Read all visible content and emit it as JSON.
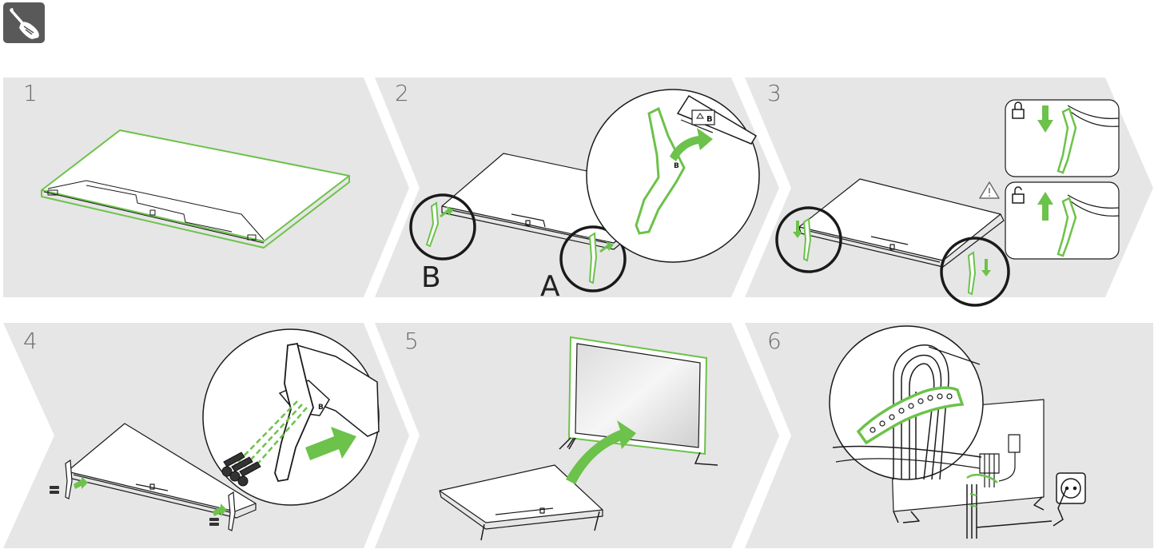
{
  "header": {
    "icon": "screwdriver-hand-icon"
  },
  "steps": [
    {
      "number": "1"
    },
    {
      "number": "2",
      "labels": [
        "B",
        "A"
      ]
    },
    {
      "number": "3",
      "icons": [
        "lock-icon",
        "unlock-icon",
        "warning-triangle-icon"
      ]
    },
    {
      "number": "4"
    },
    {
      "number": "5"
    },
    {
      "number": "6",
      "icons": [
        "power-outlet-icon",
        "cable-holder-icon"
      ]
    }
  ],
  "colors": {
    "panel": "#e6e6e6",
    "accent": "#6cc24a",
    "line": "#1a1a1a",
    "badge": "#595959"
  }
}
